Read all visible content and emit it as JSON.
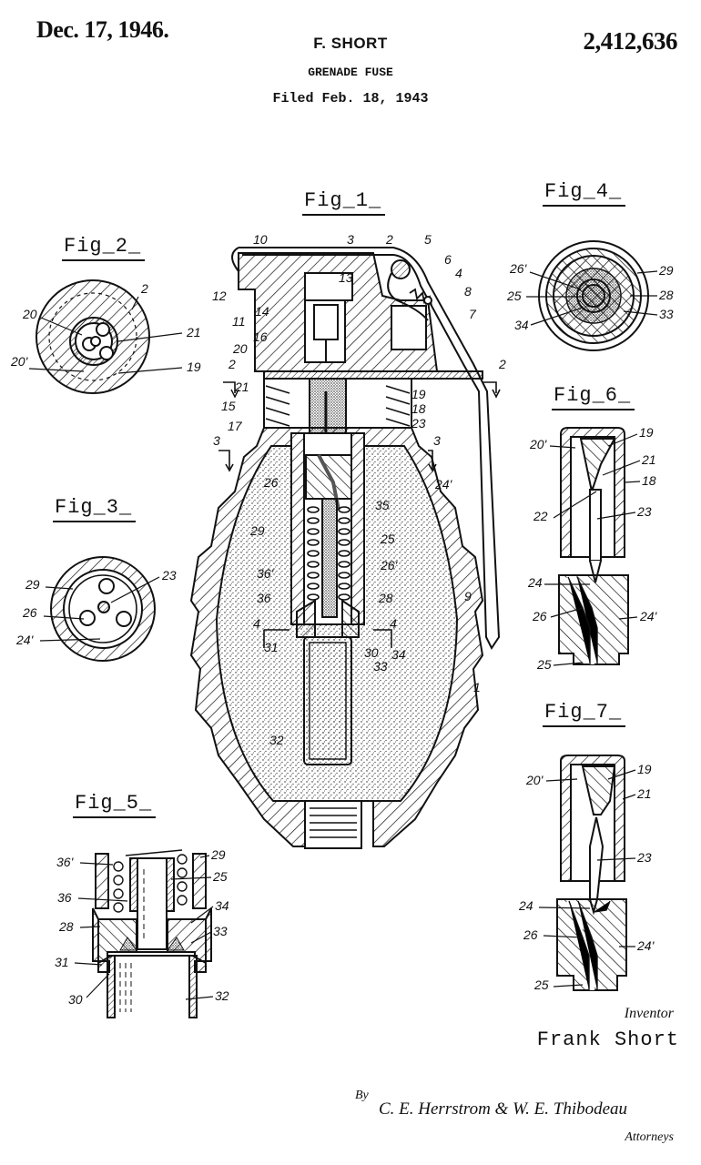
{
  "header": {
    "date": "Dec. 17, 1946.",
    "inventor_short": "F. SHORT",
    "patent_number": "2,412,636",
    "title": "GRENADE FUSE",
    "filed": "Filed Feb. 18, 1943"
  },
  "figures": {
    "fig1": {
      "label": "Fig_1_",
      "refs": [
        "10",
        "3",
        "2",
        "5",
        "6",
        "4",
        "8",
        "7",
        "13",
        "12",
        "14",
        "11",
        "16",
        "20",
        "21",
        "15",
        "17",
        "19",
        "18",
        "23",
        "26",
        "24'",
        "35",
        "29",
        "25",
        "36'",
        "26'",
        "36",
        "28",
        "31",
        "30",
        "34",
        "33",
        "32",
        "9",
        "1",
        "2",
        "3",
        "4"
      ]
    },
    "fig2": {
      "label": "Fig_2_",
      "refs": [
        "2",
        "20",
        "21",
        "20'",
        "19"
      ]
    },
    "fig3": {
      "label": "Fig_3_",
      "refs": [
        "29",
        "23",
        "26",
        "24'"
      ]
    },
    "fig4": {
      "label": "Fig_4_",
      "refs": [
        "26'",
        "29",
        "25",
        "28",
        "34",
        "33"
      ]
    },
    "fig5": {
      "label": "Fig_5_",
      "refs": [
        "36'",
        "29",
        "25",
        "36",
        "34",
        "28",
        "33",
        "31",
        "30",
        "32"
      ]
    },
    "fig6": {
      "label": "Fig_6_",
      "refs": [
        "20'",
        "19",
        "21",
        "18",
        "22",
        "23",
        "24",
        "26",
        "24'",
        "25"
      ]
    },
    "fig7": {
      "label": "Fig_7_",
      "refs": [
        "20'",
        "19",
        "21",
        "23",
        "24",
        "26",
        "24'",
        "25"
      ]
    }
  },
  "signature": {
    "inventor_label": "Inventor",
    "inventor_name": "Frank Short",
    "by": "By",
    "attorneys_names": "C. E. Herrstrom & W. E. Thibodeau",
    "attorneys_label": "Attorneys"
  }
}
